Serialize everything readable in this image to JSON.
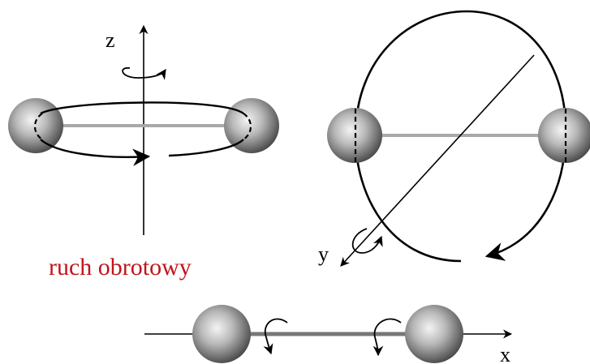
{
  "caption": "ruch obrotowy",
  "axes": {
    "z": "z",
    "y": "y",
    "x": "x"
  },
  "colors": {
    "caption": "#c0141a",
    "bond": "#a8a8a8",
    "atom_light": "#f4f4f4",
    "atom_dark": "#4a4a4a",
    "line": "#000000"
  }
}
